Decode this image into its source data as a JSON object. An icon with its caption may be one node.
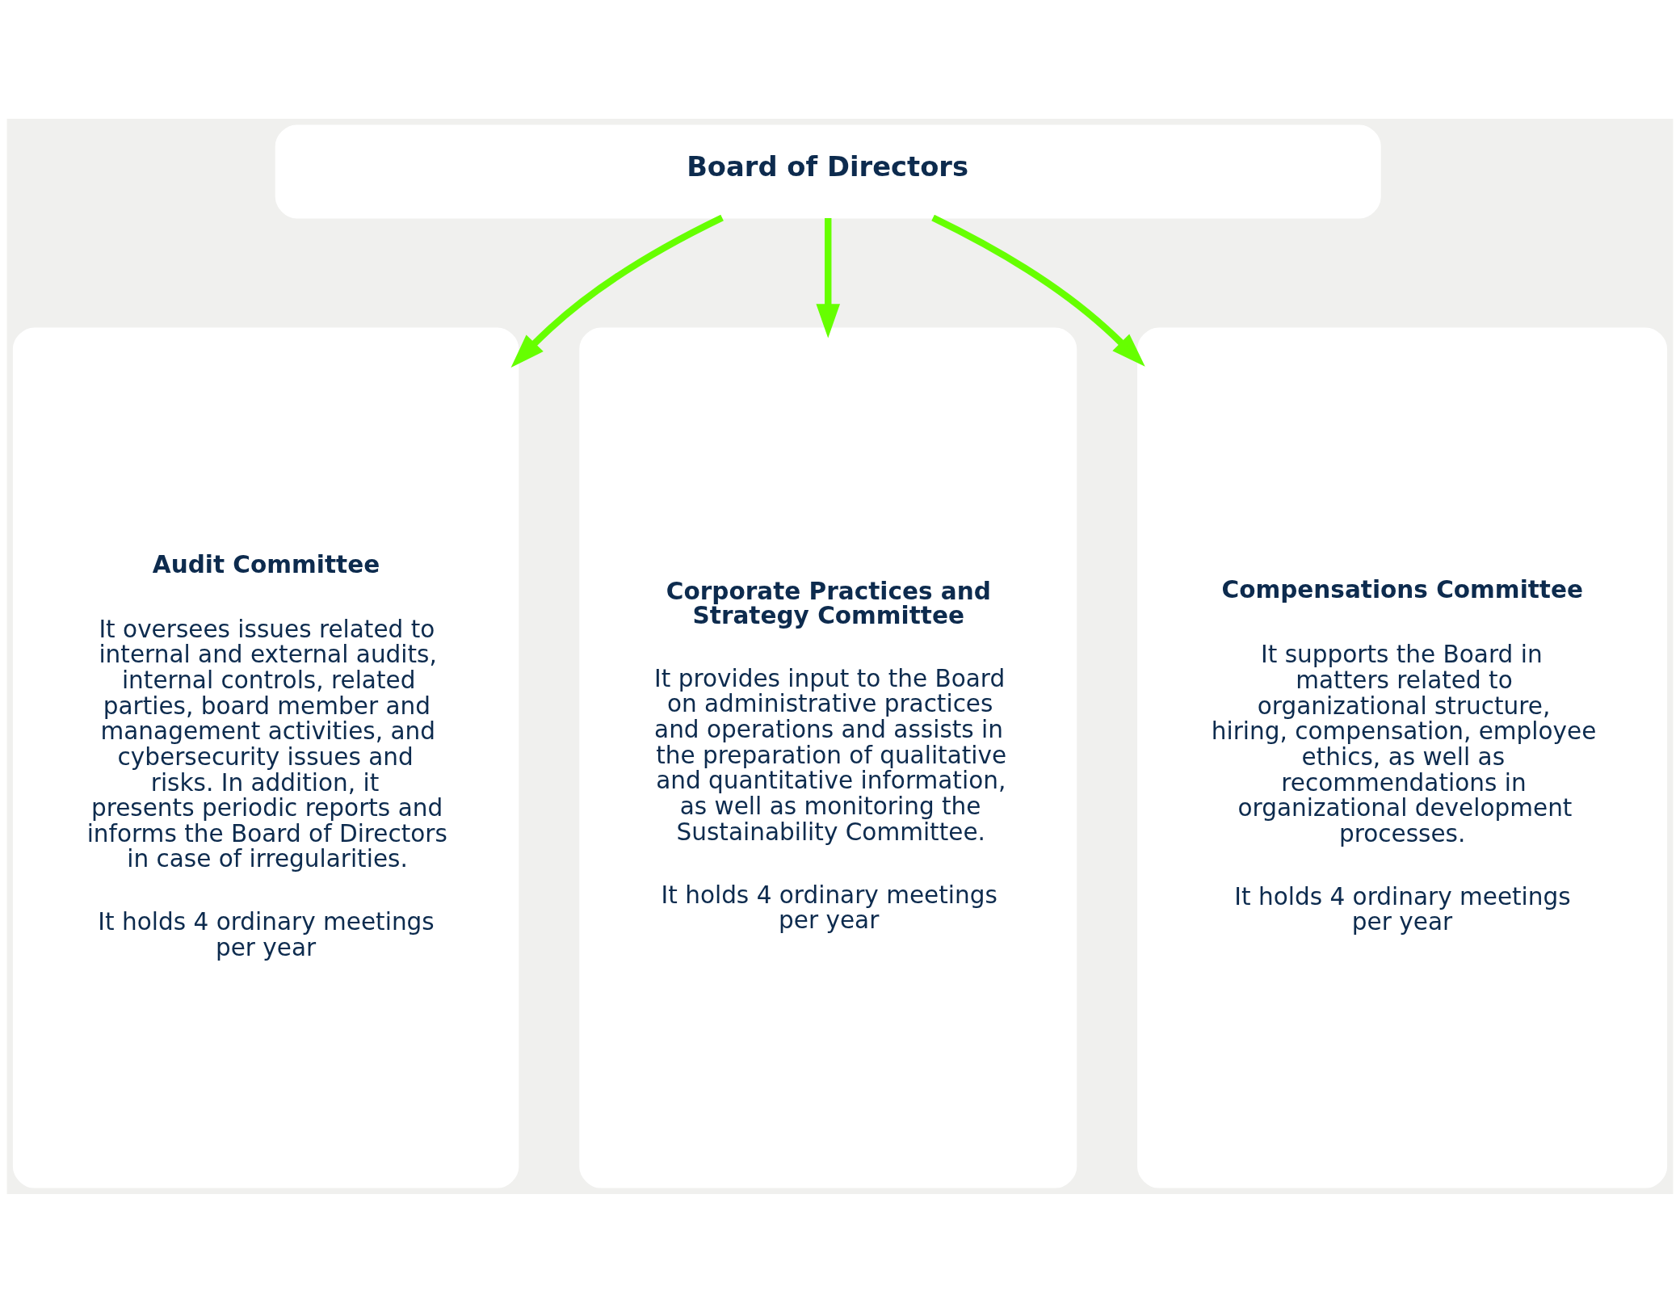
{
  "diagram": {
    "nodes": [
      {
        "text": [
          "Board of Directors"
        ]
      },
      {
        "text": [
          "Audit Committee",
          "It oversees issues related to internal and external audits, internal controls, related parties, board member and management activities, and cybersecurity issues and risks. In addition, it presents periodic reports and informs the Board of Directors in case of irregularities.",
          "It holds 4 ordinary meetings per year"
        ]
      },
      {
        "text": [
          "Corporate Practices and Strategy Committee",
          "It provides input to the Board on administrative practices and operations and assists in the preparation of qualitative and quantitative information, as well as monitoring the Sustainability Committee.",
          "It holds 4 ordinary meetings per year"
        ]
      },
      {
        "text": [
          "Compensations Committee",
          "It supports the Board in matters related to organizational structure, hiring, compensation, employee ethics, as well as recommendations in organizational development processes.",
          "It holds 4 ordinary meetings per year"
        ]
      }
    ],
    "edges": [
      {
        "from": 0,
        "to": 1,
        "arrow": "to"
      },
      {
        "from": 0,
        "to": 2,
        "arrow": "to"
      },
      {
        "from": 0,
        "to": 3,
        "arrow": "to"
      }
    ]
  }
}
